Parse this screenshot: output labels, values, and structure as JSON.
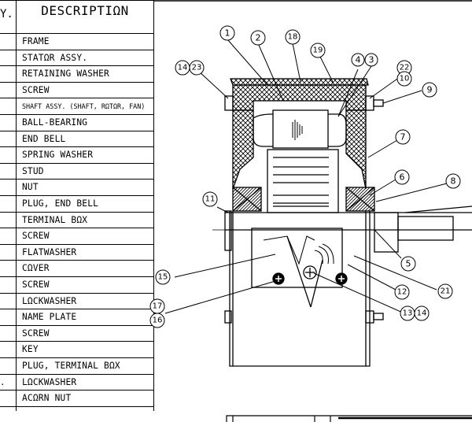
{
  "parts_table": {
    "qty_header": "Y.",
    "description_header": "DESCRIPTIΩN",
    "rows": [
      {
        "qty": "",
        "description": "FRAME"
      },
      {
        "qty": "",
        "description": "STATΩR ASSY."
      },
      {
        "qty": "",
        "description": "RETAINING WASHER"
      },
      {
        "qty": "",
        "description": "SCREW"
      },
      {
        "qty": "",
        "description": "SHAFT ASSY. (SHAFT, RΩTΩR, FAN)",
        "small": true
      },
      {
        "qty": "",
        "description": "BALL-BEARING"
      },
      {
        "qty": "",
        "description": "END BELL"
      },
      {
        "qty": "",
        "description": "SPRING WASHER"
      },
      {
        "qty": "",
        "description": "STUD"
      },
      {
        "qty": "",
        "description": "NUT"
      },
      {
        "qty": "",
        "description": "PLUG, END BELL"
      },
      {
        "qty": "",
        "description": "TERMINAL BΩX"
      },
      {
        "qty": "",
        "description": "SCREW"
      },
      {
        "qty": "",
        "description": "FLATWASHER"
      },
      {
        "qty": "",
        "description": "CΩVER"
      },
      {
        "qty": "",
        "description": "SCREW"
      },
      {
        "qty": "",
        "description": "LΩCKWASHER"
      },
      {
        "qty": "",
        "description": "NAME PLATE"
      },
      {
        "qty": "",
        "description": "SCREW"
      },
      {
        "qty": "",
        "description": "KEY"
      },
      {
        "qty": "",
        "description": "PLUG, TERMINAL BΩX"
      },
      {
        "qty": ".",
        "description": "LΩCKWASHER"
      },
      {
        "qty": "",
        "description": "ACΩRN NUT"
      }
    ]
  },
  "callouts": {
    "c1": "1",
    "c2": "2",
    "c18": "18",
    "c19": "19",
    "c4": "4",
    "c3": "3",
    "c14a": "14",
    "c23": "23",
    "c22": "22",
    "c10": "10",
    "c9": "9",
    "c7": "7",
    "c6": "6",
    "c8": "8",
    "c11": "11",
    "c5": "5",
    "c15": "15",
    "c21": "21",
    "c12": "12",
    "c13": "13",
    "c14b": "14",
    "c17": "17",
    "c16": "16"
  }
}
